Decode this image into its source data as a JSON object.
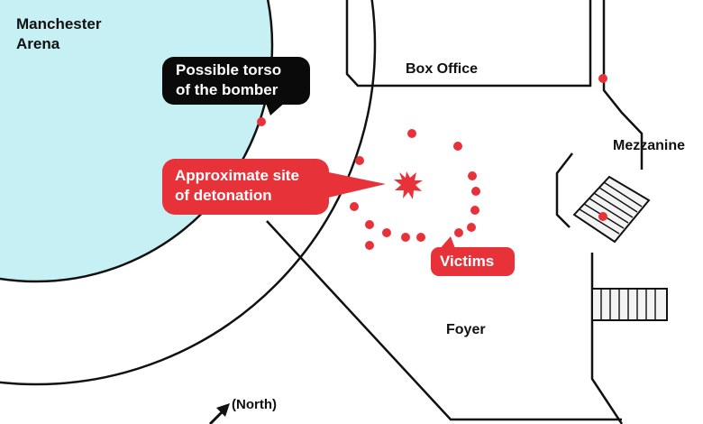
{
  "labels": {
    "arena_line1": "Manchester",
    "arena_line2": "Arena",
    "box_office": "Box Office",
    "mezzanine": "Mezzanine",
    "foyer": "Foyer",
    "north": "(North)"
  },
  "callouts": {
    "bomber": {
      "line1": "Possible torso",
      "line2": "of the bomber"
    },
    "detonation": {
      "line1": "Approximate site",
      "line2": "of detonation"
    },
    "victims": {
      "text": "Victims"
    }
  },
  "colors": {
    "arena_fill": "#c6f0f3",
    "wall": "#111111",
    "victim_dot": "#e8323a",
    "callout_red": "#e8323a",
    "callout_black": "#0a0a0a",
    "stair_fill": "#f3f3f3"
  },
  "icons": {
    "blast": "starburst-icon",
    "north": "north-arrow-icon"
  }
}
